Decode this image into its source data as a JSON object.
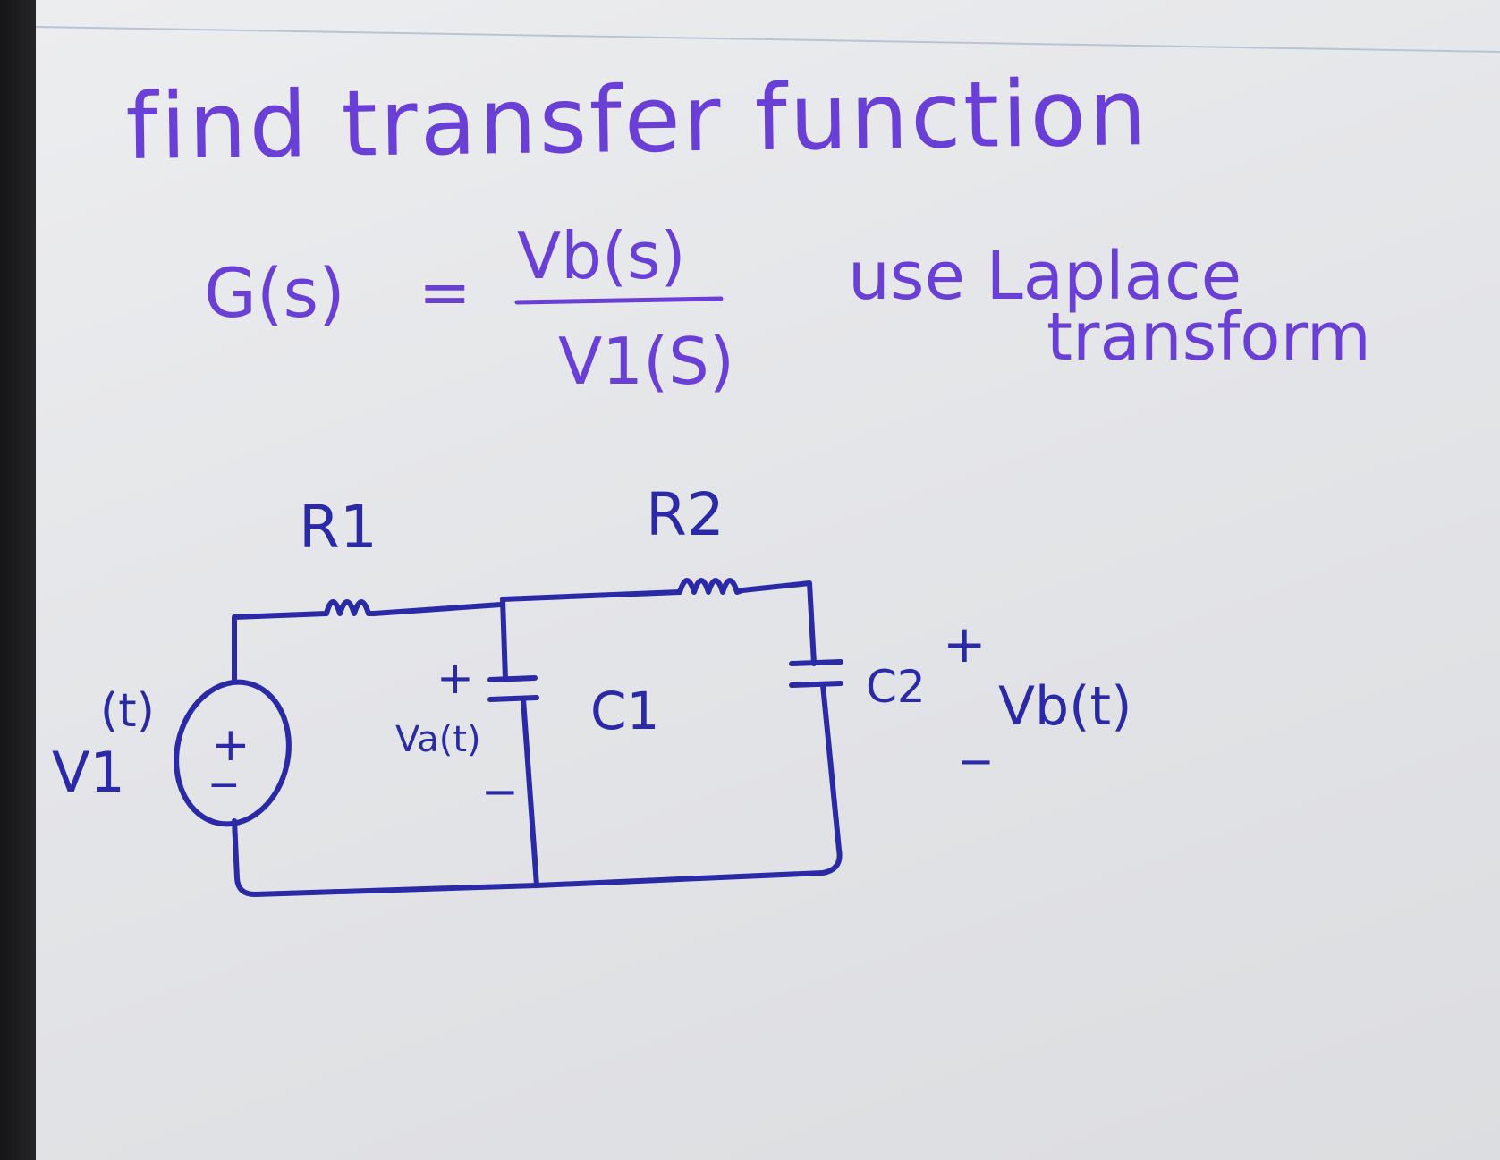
{
  "problem": {
    "title": "find transfer function",
    "transfer_function": {
      "lhs": "G(s)",
      "equals": "=",
      "numerator": "Vb(s)",
      "denominator": "V1(S)"
    },
    "note_line_1": "use Laplace",
    "note_line_2": "transform"
  },
  "circuit": {
    "source": {
      "label": "V1",
      "superscript": "(t)",
      "plus": "+",
      "minus": "−"
    },
    "r1_label": "R1",
    "r2_label": "R2",
    "c1": {
      "label": "C1",
      "voltage_label": "Va(t)",
      "plus": "+",
      "minus": "−"
    },
    "c2": {
      "label": "C2",
      "voltage_label": "Vb(t)",
      "plus": "+",
      "minus": "−"
    }
  },
  "colors": {
    "question_ink": "#6a3fd6",
    "circuit_ink": "#2b2aa6",
    "screen": "#e6e7ea"
  }
}
